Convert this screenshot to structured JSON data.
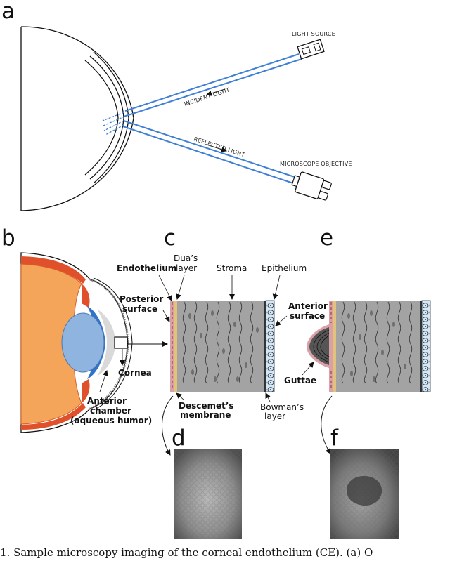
{
  "panels": {
    "a": "a",
    "b": "b",
    "c": "c",
    "d": "d",
    "e": "e",
    "f": "f"
  },
  "panel_a": {
    "light_source": "LIGHT SOURCE",
    "incident_light": "INCIDENT LIGHT",
    "reflected_light": "REFLECTED LIGHT",
    "microscope_objective": "MICROSCOPE OBJECTIVE"
  },
  "panel_b": {
    "cornea": "Cornea",
    "anterior_chamber_l1": "Anterior",
    "anterior_chamber_l2": "chamber",
    "anterior_chamber_l3": "(aqueous humor)"
  },
  "panel_c": {
    "endothelium": "Endothelium",
    "duas_layer_l1": "Dua’s",
    "duas_layer_l2": "layer",
    "stroma": "Stroma",
    "epithelium": "Epithelium",
    "posterior_surface_l1": "Posterior",
    "posterior_surface_l2": "surface",
    "descemets_l1": "Descemet’s",
    "descemets_l2": "membrane",
    "bowmans_l1": "Bowman’s",
    "bowmans_l2": "layer"
  },
  "panel_e": {
    "anterior_surface_l1": "Anterior",
    "anterior_surface_l2": "surface",
    "guttae": "Guttae"
  },
  "caption_text": "1.  Sample microscopy imaging of the corneal endothelium (CE). (a) O",
  "colors": {
    "light_beam": "#3f7fd6",
    "eye_orange": "#f4a55a",
    "eye_red": "#e0502a",
    "iris_blue": "#2f74c8",
    "lens_blue": "#8fb4e0",
    "stroma_gray": "#a3a3a3",
    "endothelium_pink": "#d9a0a8",
    "descemet_tan": "#e3c27a",
    "epithelium_blue": "#cfe0f0"
  }
}
